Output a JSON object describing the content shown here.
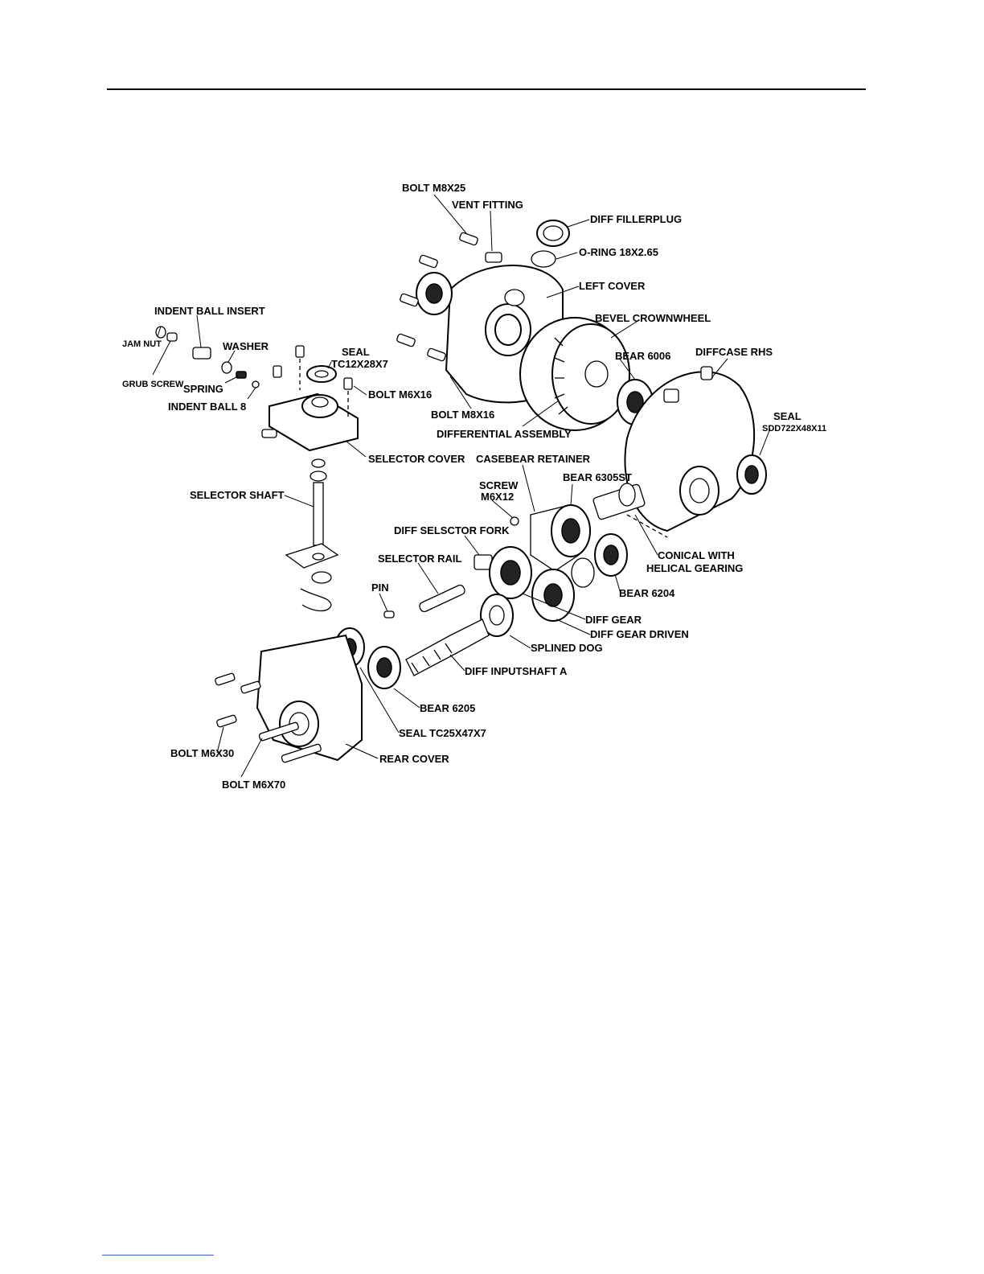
{
  "diagram": {
    "labels": {
      "bolt_m8x25": "BOLT M8X25",
      "vent_fitting": "VENT FITTING",
      "diff_fillerplug": "DIFF FILLERPLUG",
      "o_ring": "O-RING 18X2.65",
      "left_cover": "LEFT COVER",
      "bevel_crownwheel": "BEVEL CROWNWHEEL",
      "bear_6006": "BEAR 6006",
      "diffcase_rhs": "DIFFCASE RHS",
      "seal_sdd": "SEAL",
      "seal_sdd_size": "SDD722X48X11",
      "bolt_m8x16": "BOLT M8X16",
      "differential_assembly": "DIFFERENTIAL ASSEMBLY",
      "indent_ball_insert": "INDENT BALL INSERT",
      "jam_nut": "JAM NUT",
      "grub_screw": "GRUB SCREW",
      "washer": "WASHER",
      "spring": "SPRING",
      "indent_ball": "INDENT BALL 8",
      "seal_tc12": "SEAL",
      "seal_tc12_size": "TC12X28X7",
      "bolt_m6x16": "BOLT M6X16",
      "selector_cover": "SELECTOR COVER",
      "casebear_retainer": "CASEBEAR RETAINER",
      "selector_shaft": "SELECTOR SHAFT",
      "screw": "SCREW",
      "screw_size": "M6X12",
      "bear_6305st": "BEAR 6305ST",
      "diff_selector_fork": "DIFF SELSCTOR FORK",
      "selector_rail": "SELECTOR RAIL",
      "conical_1": "CONICAL WITH",
      "conical_2": "HELICAL GEARING",
      "bear_6204": "BEAR 6204",
      "pin": "PIN",
      "diff_gear": "DIFF GEAR",
      "diff_gear_driven": "DIFF GEAR DRIVEN",
      "splined_dog": "SPLINED DOG",
      "diff_inputshaft": "DIFF INPUTSHAFT A",
      "bear_6205": "BEAR 6205",
      "seal_tc25": "SEAL TC25X47X7",
      "bolt_m6x30": "BOLT M6X30",
      "rear_cover": "REAR COVER",
      "bolt_m6x70": "BOLT M6X70"
    }
  }
}
